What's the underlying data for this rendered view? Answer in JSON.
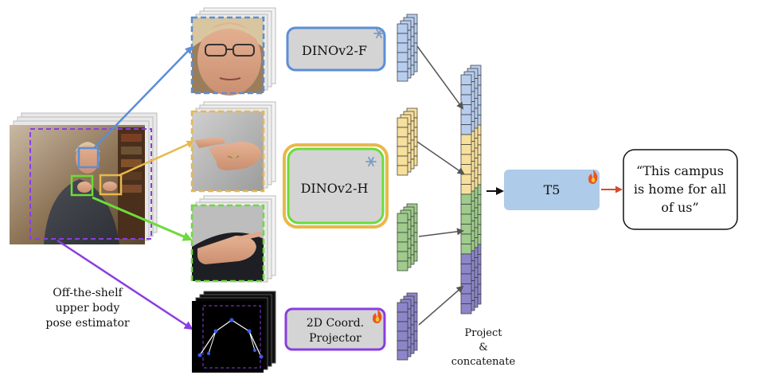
{
  "modules": {
    "face_encoder": "DINOv2-F",
    "hand_encoder": "DINOv2-H",
    "pose_projector_line1": "2D Coord.",
    "pose_projector_line2": "Projector",
    "decoder": "T5"
  },
  "labels": {
    "pose_estimator_line1": "Off-the-shelf",
    "pose_estimator_line2": "upper body",
    "pose_estimator_line3": "pose estimator",
    "concat_line1": "Project",
    "concat_line2": "&",
    "concat_line3": "concatenate"
  },
  "output": {
    "line1": "“This campus",
    "line2": "is home for all",
    "line3": "of us”"
  },
  "icons": {
    "frozen": "snowflake-icon",
    "trainable": "flame-icon"
  },
  "colors": {
    "face": "#5b8ed6",
    "hand_right": "#e8b84a",
    "hand_left": "#6ddb3a",
    "pose": "#8a3ee0",
    "frozen_module_fill": "#d4d4d4",
    "decoder_fill": "#aecbe9",
    "feat_blue": "#b7cdee",
    "feat_yellow": "#f7df9c",
    "feat_green": "#9fcb8c",
    "feat_purple": "#8c86c9",
    "output_arrow": "#d94a2a"
  }
}
